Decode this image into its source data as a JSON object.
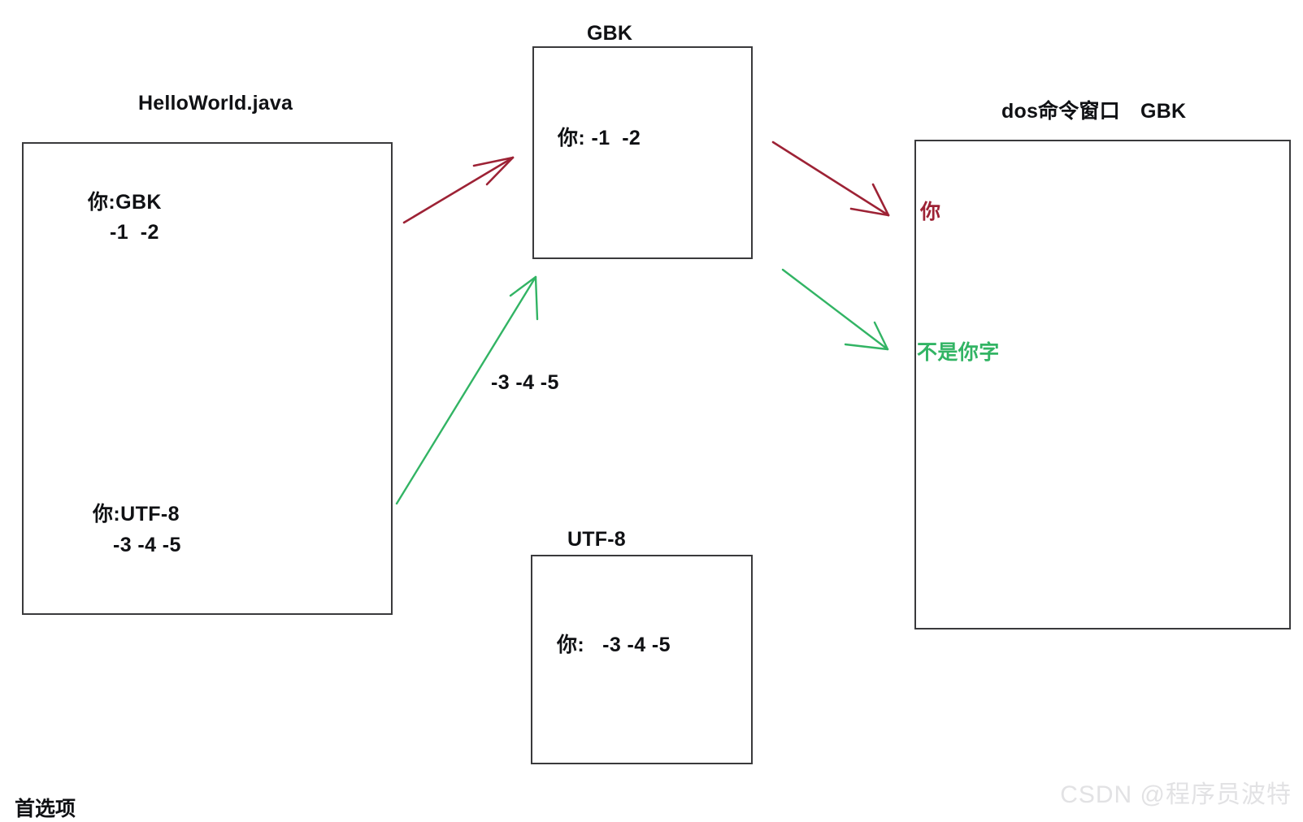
{
  "diagram": {
    "title_source": "java encoding flow diagram",
    "nodes": {
      "source_file": {
        "title": "HelloWorld.java",
        "lines": [
          {
            "text": "你:GBK",
            "indent": 0
          },
          {
            "text": "-1  -2",
            "indent": 1
          },
          {
            "text": "你:UTF-8",
            "indent": 0
          },
          {
            "text": "-3 -4 -5",
            "indent": 1
          }
        ]
      },
      "gbk_buffer": {
        "title": "GBK",
        "lines": [
          {
            "text": "你: -1  -2"
          }
        ]
      },
      "utf8_buffer": {
        "title": "UTF-8",
        "lines": [
          {
            "text": "你:   -3 -4 -5"
          }
        ]
      },
      "dos_window": {
        "title": "dos命令窗口　GBK",
        "outputs": [
          {
            "text": "你",
            "color": "#9d2235"
          },
          {
            "text": "不是你字",
            "color": "#32b464"
          }
        ]
      }
    },
    "edges": [
      {
        "name": "source-gbk-to-gbk-buffer",
        "color": "#9d2235",
        "label": ""
      },
      {
        "name": "gbk-buffer-to-dos",
        "color": "#9d2235",
        "label": ""
      },
      {
        "name": "source-utf8-to-gbk-buffer",
        "color": "#32b464",
        "label": "-3 -4 -5"
      },
      {
        "name": "gbk-buffer-to-dos-garbled",
        "color": "#32b464",
        "label": ""
      }
    ],
    "colors": {
      "red": "#9d2235",
      "green": "#32b464",
      "box_border": "#3a3a3c",
      "text": "#101114",
      "watermark": "#e2e2e4"
    }
  },
  "watermark": {
    "text": "CSDN @程序员波特"
  },
  "cutoff_text": {
    "text": "首选项"
  }
}
